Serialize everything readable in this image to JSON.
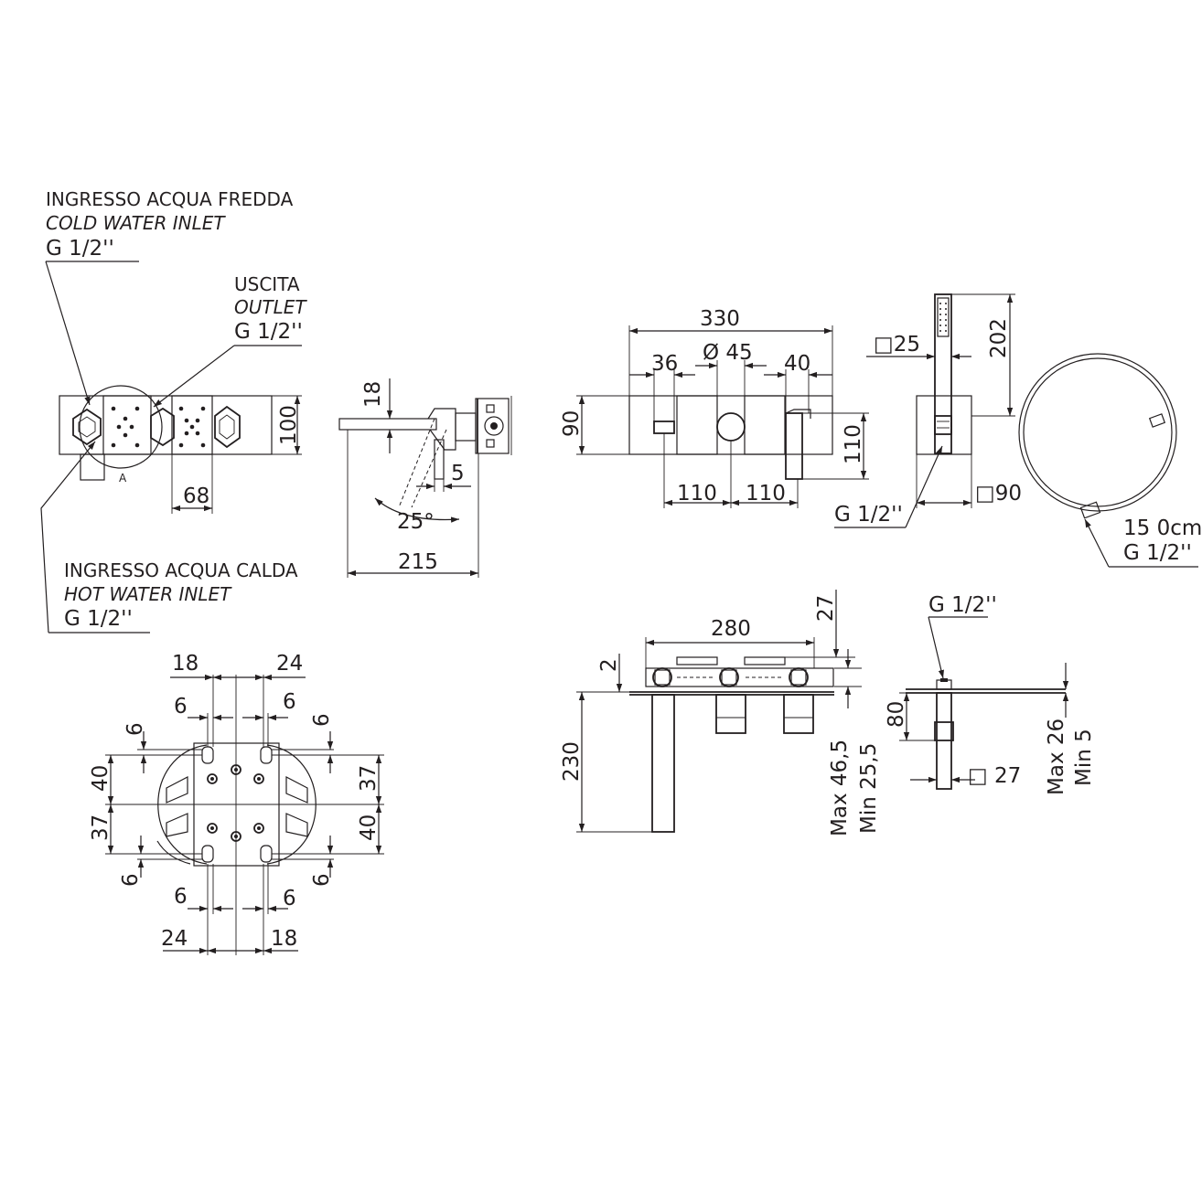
{
  "inlets": {
    "cold_it": "INGRESSO ACQUA FREDDA",
    "cold_en": "COLD WATER INLET",
    "cold_thread": "G 1/2''",
    "outlet_it": "USCITA",
    "outlet_en": "OUTLET",
    "outlet_thread": "G 1/2''",
    "hot_it": "INGRESSO ACQUA CALDA",
    "hot_en": "HOT WATER INLET",
    "hot_thread": "G 1/2''",
    "detail_marker": "A"
  },
  "box_view": {
    "height": "100",
    "spacing": "68"
  },
  "side_view": {
    "depth": "18",
    "offset": "5",
    "angle": "25°",
    "projection": "215"
  },
  "front_view": {
    "total_width": "330",
    "left_spout": "36",
    "knob_diameter": "Ø 45",
    "right_handle": "40",
    "plate_height": "90",
    "handle_height": "110",
    "left_spacing": "110",
    "right_spacing": "110"
  },
  "hand_shower": {
    "head": "□25",
    "height": "202",
    "base": "□90",
    "thread": "G 1/2''"
  },
  "hose": {
    "length": "15 0cm",
    "thread": "G 1/2''"
  },
  "bracket": {
    "top_left": "18",
    "top_right": "24",
    "upper_left_gap": "6",
    "upper_right_gap": "6",
    "side_upper_left": "6",
    "side_upper_right": "6",
    "left_upper": "40",
    "left_lower": "37",
    "right_upper": "37",
    "right_lower": "40",
    "side_lower_left": "6",
    "side_lower_right": "6",
    "lower_left_gap": "6",
    "lower_right_gap": "6",
    "bottom_left": "24",
    "bottom_right": "18"
  },
  "deck": {
    "width": "280",
    "top_offset": "27",
    "plate": "2",
    "spout_depth": "230",
    "max_depth": "Max 46,5",
    "min_depth": "Min 25,5"
  },
  "deck_shower": {
    "thread": "G 1/2''",
    "height": "80",
    "body": "□ 27",
    "max_depth": "Max 26",
    "min_depth": "Min 5"
  }
}
